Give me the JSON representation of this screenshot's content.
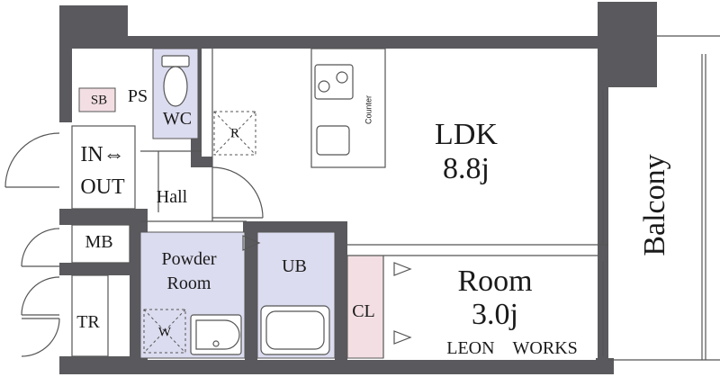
{
  "rooms": {
    "ldk": {
      "name": "LDK",
      "size": "8.8j"
    },
    "room": {
      "name": "Room",
      "size": "3.0j"
    },
    "powder": {
      "line1": "Powder",
      "line2": "Room"
    },
    "wc": "WC",
    "ub": "UB",
    "cl": "CL",
    "hall": "Hall",
    "mb": "MB",
    "tr": "TR",
    "sb": "SB",
    "ps": "PS",
    "entry": {
      "line1": "IN⇔",
      "line2": "OUT"
    },
    "w": "W",
    "r": "R",
    "counter": "Counter",
    "balcony": "Balcony"
  },
  "brand": "LEON　WORKS",
  "colors": {
    "wall": "#5a5a5e",
    "wet_area": "#dcdcf0",
    "closet": "#f3dfe3",
    "line": "#555555"
  }
}
